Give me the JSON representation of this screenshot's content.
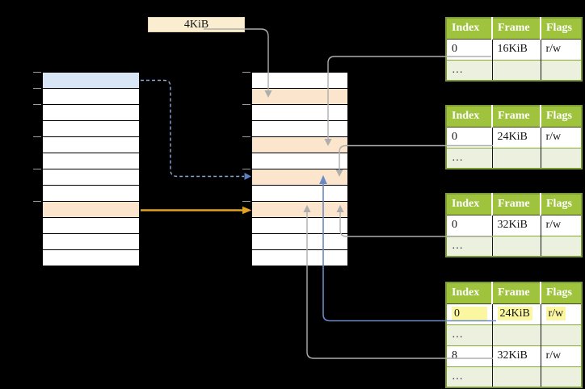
{
  "frame_size_label": {
    "text": "4KiB"
  },
  "virtual_memory": {
    "row_count": 12,
    "blue_row_index": 0,
    "peach_row_indices": [
      8
    ]
  },
  "physical_memory": {
    "row_count": 12,
    "blue_row_index": -1,
    "peach_row_indices": [
      1,
      4,
      6,
      8
    ]
  },
  "page_tables": [
    {
      "headers": [
        "Index",
        "Frame",
        "Flags"
      ],
      "rows": [
        {
          "cells": [
            "0",
            "16KiB",
            "r/w"
          ],
          "shaded": false,
          "highlighted": false
        },
        {
          "cells": [
            "…",
            "",
            ""
          ],
          "shaded": true,
          "highlighted": false
        }
      ]
    },
    {
      "headers": [
        "Index",
        "Frame",
        "Flags"
      ],
      "rows": [
        {
          "cells": [
            "0",
            "24KiB",
            "r/w"
          ],
          "shaded": false,
          "highlighted": false
        },
        {
          "cells": [
            "…",
            "",
            ""
          ],
          "shaded": true,
          "highlighted": false
        }
      ]
    },
    {
      "headers": [
        "Index",
        "Frame",
        "Flags"
      ],
      "rows": [
        {
          "cells": [
            "0",
            "32KiB",
            "r/w"
          ],
          "shaded": false,
          "highlighted": false
        },
        {
          "cells": [
            "…",
            "",
            ""
          ],
          "shaded": true,
          "highlighted": false
        }
      ]
    },
    {
      "headers": [
        "Index",
        "Frame",
        "Flags"
      ],
      "rows": [
        {
          "cells": [
            "0",
            "24KiB",
            "r/w"
          ],
          "shaded": false,
          "highlighted": true
        },
        {
          "cells": [
            "…",
            "",
            ""
          ],
          "shaded": true,
          "highlighted": false
        },
        {
          "cells": [
            "8",
            "32KiB",
            "r/w"
          ],
          "shaded": false,
          "highlighted": false
        },
        {
          "cells": [
            "…",
            "",
            ""
          ],
          "shaded": true,
          "highlighted": false
        }
      ]
    }
  ],
  "colors": {
    "row_blue": "#D9E6F6",
    "row_peach": "#FCE5CD",
    "label_bg": "#FBEED0",
    "green_header": "#9FC33D",
    "green_border": "#7D9B34",
    "green_light": "#EBF1DE",
    "yellow_highlight": "#FAF7A0",
    "gray_line": "#AEAEAE",
    "blue_line": "#6A89C5",
    "blue_dash": "#8FA9D8",
    "blue_arrow": "#5F7EC1",
    "orange_line": "#E2A120"
  }
}
